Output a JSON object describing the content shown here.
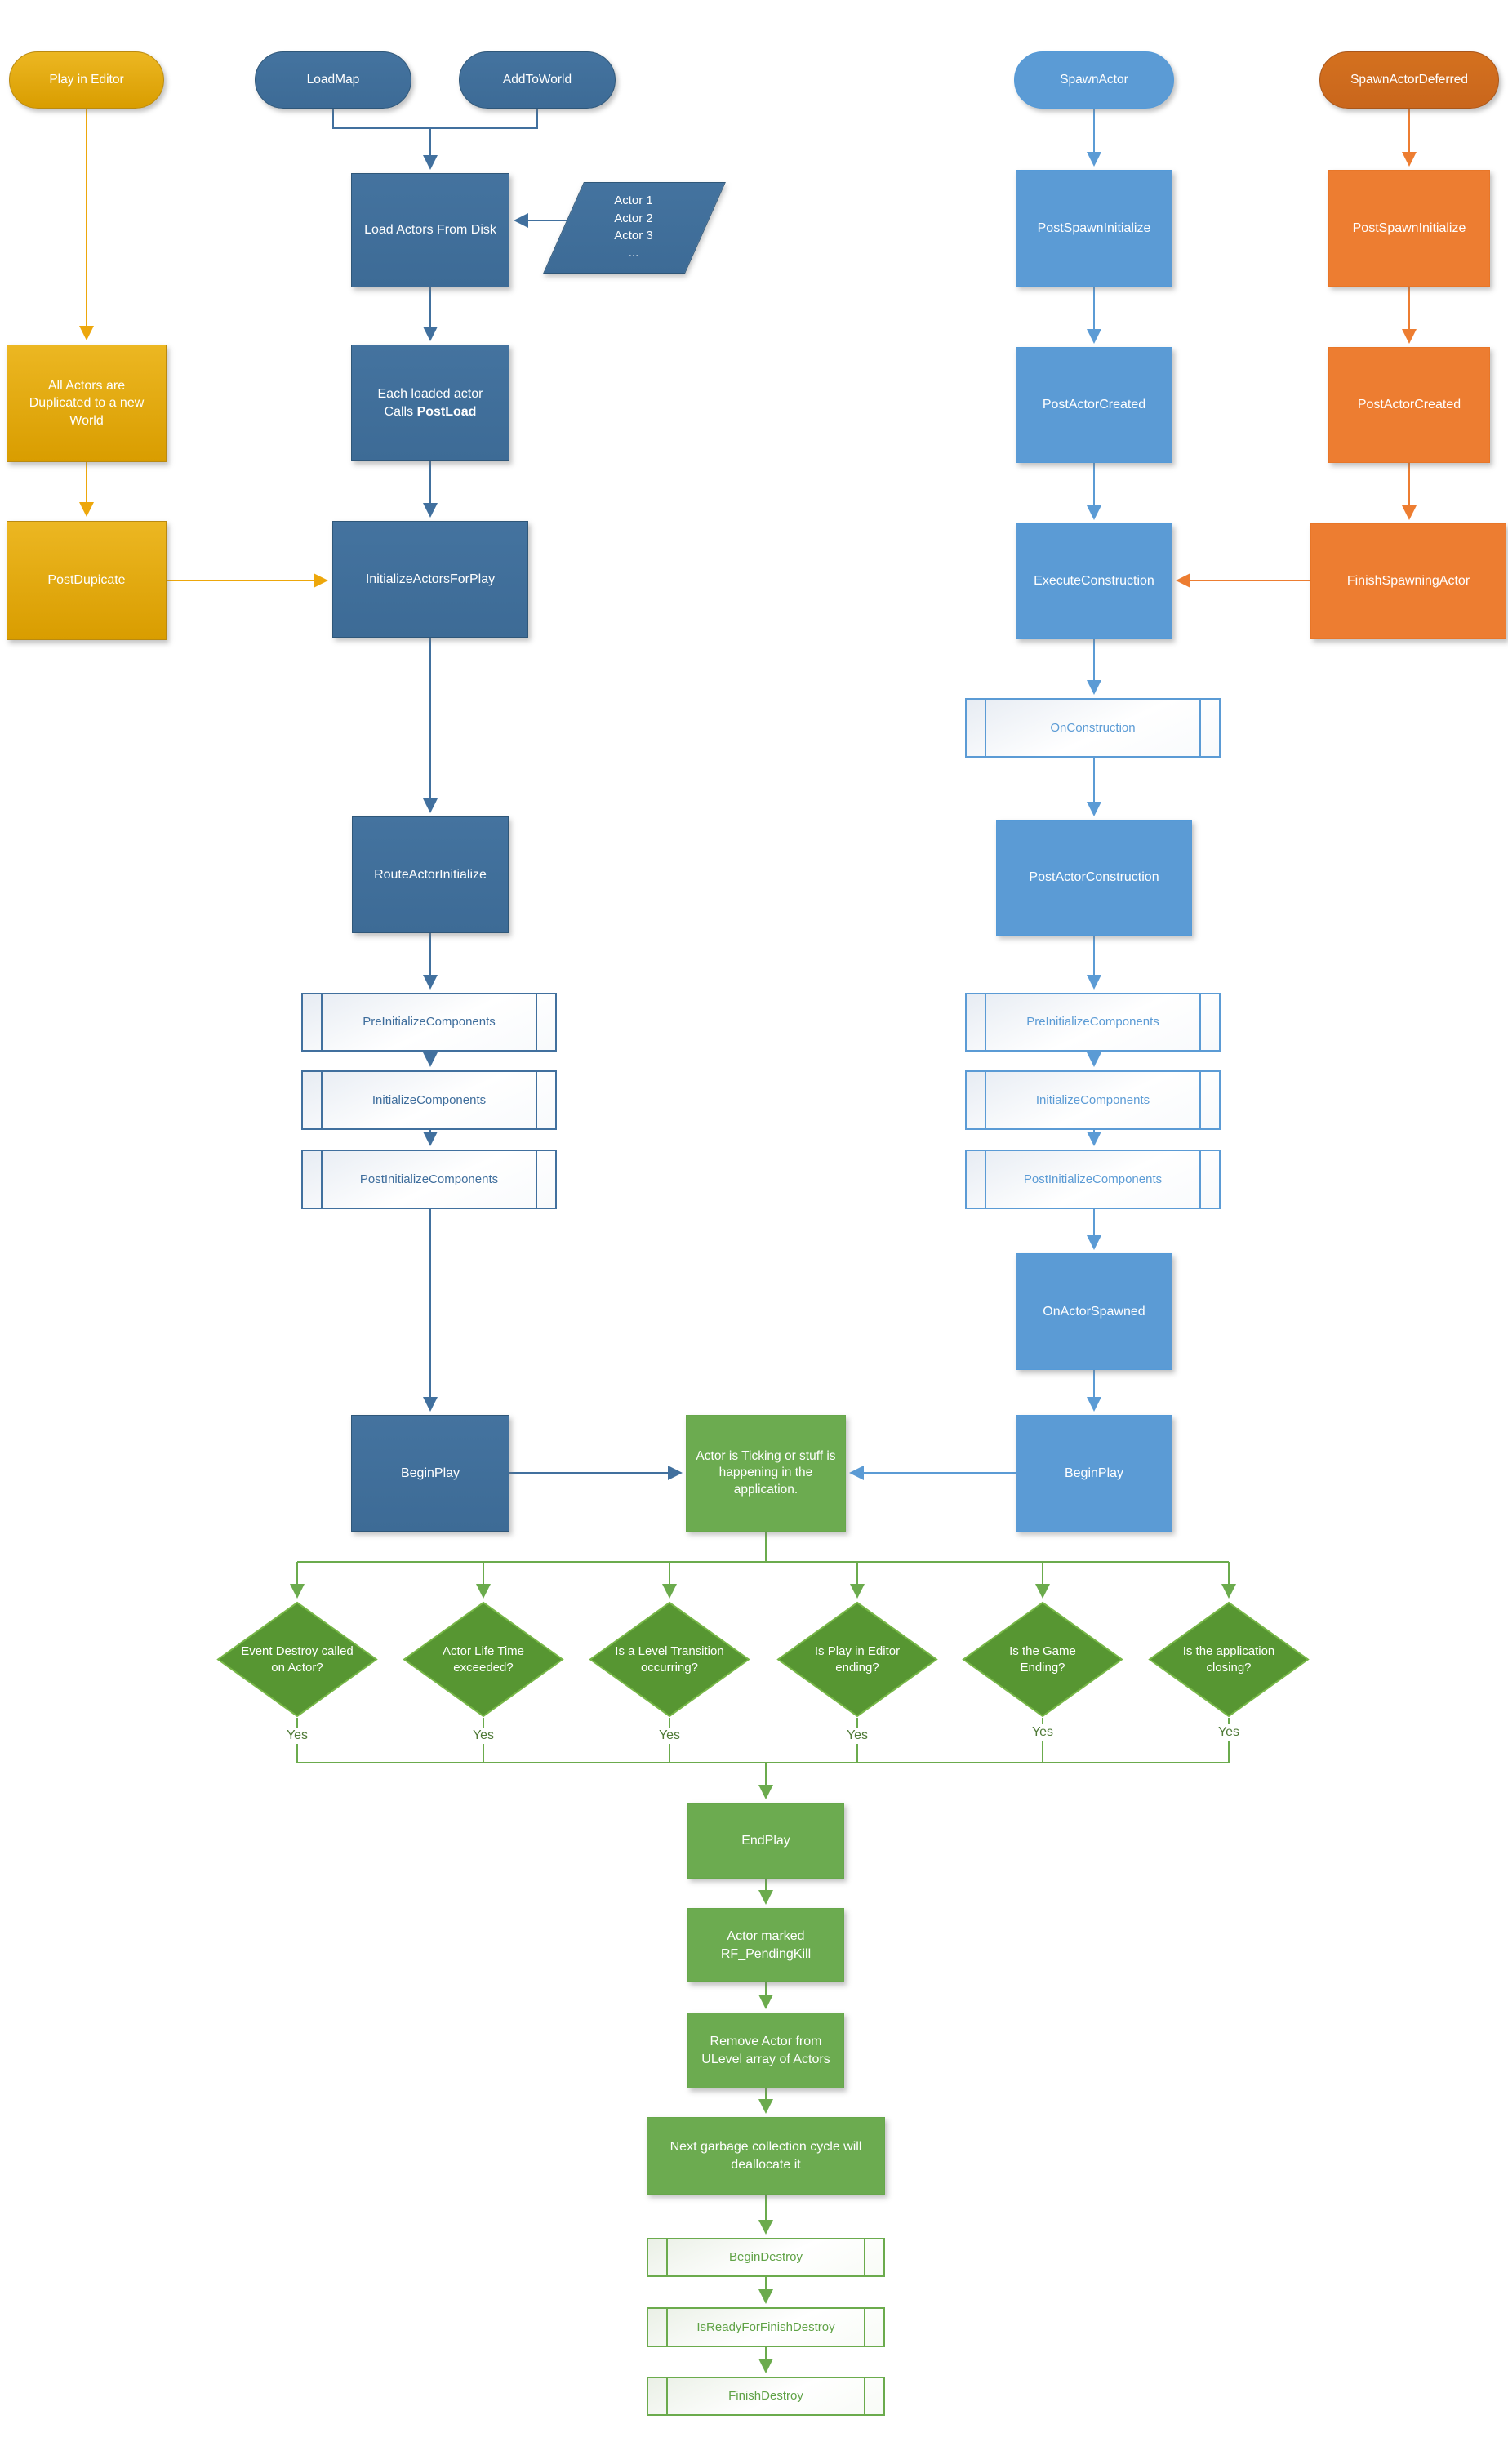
{
  "colors": {
    "gold": "#D99D00",
    "gold_line": "#EDA70B",
    "steel_blue": "#41709E",
    "light_blue": "#5B9BD5",
    "orange": "#ED7D31",
    "orange_dark": "#CC671C",
    "green_box": "#6CAB50",
    "green_line": "#6BAB4D",
    "diamond_green": "#579632"
  },
  "nodes": {
    "play_in_editor": {
      "label": "Play in Editor"
    },
    "load_map": {
      "label": "LoadMap"
    },
    "add_to_world": {
      "label": "AddToWorld"
    },
    "spawn_actor": {
      "label": "SpawnActor"
    },
    "spawn_actor_deferred": {
      "label": "SpawnActorDeferred"
    },
    "load_actors_from_disk": {
      "label": "Load Actors From Disk"
    },
    "actor_list": {
      "lines": [
        "Actor 1",
        "Actor 2",
        "Actor 3",
        "..."
      ]
    },
    "each_loaded_actor": {
      "line1": "Each loaded actor",
      "line2_prefix": "Calls ",
      "line2_bold": "PostLoad"
    },
    "all_actors_duplicated": {
      "label": "All Actors are Duplicated to a new World"
    },
    "post_dupicate": {
      "label": "PostDupicate"
    },
    "initialize_actors_for_play": {
      "label": "InitializeActorsForPlay"
    },
    "route_actor_initialize": {
      "label": "RouteActorInitialize"
    },
    "pre_initialize_components_left": {
      "label": "PreInitializeComponents"
    },
    "initialize_components_left": {
      "label": "InitializeComponents"
    },
    "post_initialize_components_left": {
      "label": "PostInitializeComponents"
    },
    "begin_play_left": {
      "label": "BeginPlay"
    },
    "post_spawn_initialize_blue": {
      "label": "PostSpawnInitialize"
    },
    "post_actor_created_blue": {
      "label": "PostActorCreated"
    },
    "execute_construction": {
      "label": "ExecuteConstruction"
    },
    "on_construction": {
      "label": "OnConstruction"
    },
    "post_actor_construction": {
      "label": "PostActorConstruction"
    },
    "pre_initialize_components_right": {
      "label": "PreInitializeComponents"
    },
    "initialize_components_right": {
      "label": "InitializeComponents"
    },
    "post_initialize_components_right": {
      "label": "PostInitializeComponents"
    },
    "on_actor_spawned": {
      "label": "OnActorSpawned"
    },
    "begin_play_right": {
      "label": "BeginPlay"
    },
    "post_spawn_initialize_orange": {
      "label": "PostSpawnInitialize"
    },
    "post_actor_created_orange": {
      "label": "PostActorCreated"
    },
    "finish_spawning_actor": {
      "label": "FinishSpawningActor"
    },
    "actor_ticking": {
      "label": "Actor is Ticking or stuff is happening in the application."
    },
    "decisions": [
      {
        "label": "Event Destroy called on Actor?"
      },
      {
        "label": "Actor Life Time exceeded?"
      },
      {
        "label": "Is a Level Transition occurring?"
      },
      {
        "label": "Is Play in Editor ending?"
      },
      {
        "label": "Is the Game Ending?"
      },
      {
        "label": "Is the application closing?"
      }
    ],
    "end_play": {
      "label": "EndPlay"
    },
    "actor_marked": {
      "label": "Actor marked RF_PendingKill"
    },
    "remove_actor": {
      "label": "Remove Actor from ULevel array of Actors"
    },
    "next_garbage": {
      "label": "Next garbage collection cycle will deallocate it"
    },
    "begin_destroy": {
      "label": "BeginDestroy"
    },
    "is_ready_for_finish_destroy": {
      "label": "IsReadyForFinishDestroy"
    },
    "finish_destroy": {
      "label": "FinishDestroy"
    }
  },
  "labels": {
    "yes": "Yes"
  }
}
